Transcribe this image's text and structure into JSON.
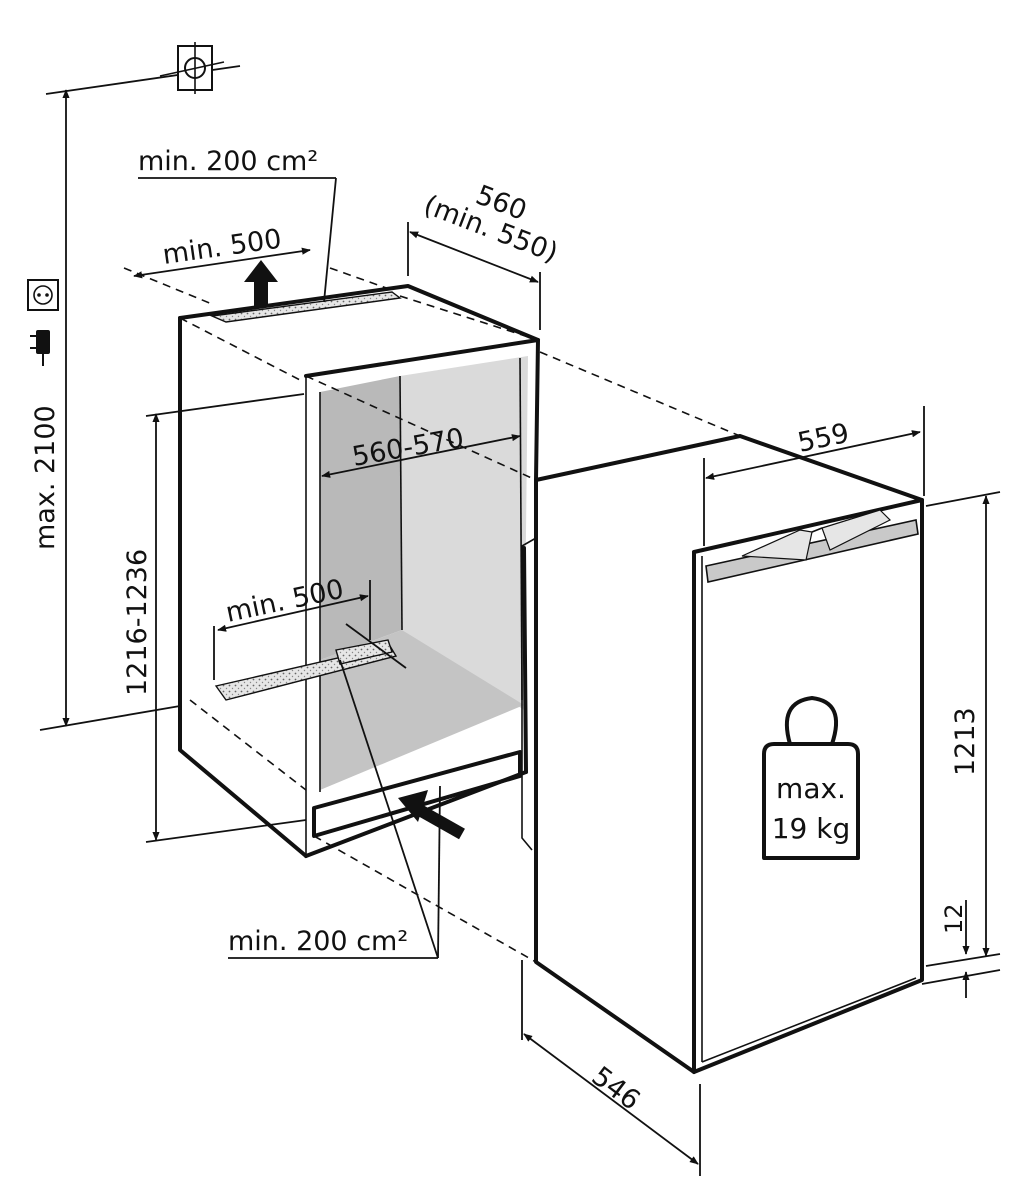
{
  "dimensions": {
    "max_height": "max. 2100",
    "niche_height": "1216-1236",
    "niche_width_top_line1": "560",
    "niche_width_top_line2": "(min. 550)",
    "niche_inner_width": "560-570",
    "vent_top_area": "min. 200 cm²",
    "vent_top_depth": "min. 500",
    "vent_bottom_depth": "min. 500",
    "vent_bottom_area": "min. 200 cm²",
    "appliance_width": "559",
    "appliance_height": "1213",
    "appliance_depth": "546",
    "plinth_gap": "12"
  },
  "weight_label": {
    "line1": "max.",
    "line2": "19 kg"
  },
  "icons": {
    "socket": "power-socket-icon",
    "plug": "power-plug-icon",
    "level": "spirit-level-icon",
    "weight": "weight-icon"
  },
  "colors": {
    "line": "#111111",
    "niche_back": "#b9b9b9",
    "niche_floor": "#c4c4c4",
    "niche_side": "#dadada",
    "handle": "#c9c9c9"
  }
}
